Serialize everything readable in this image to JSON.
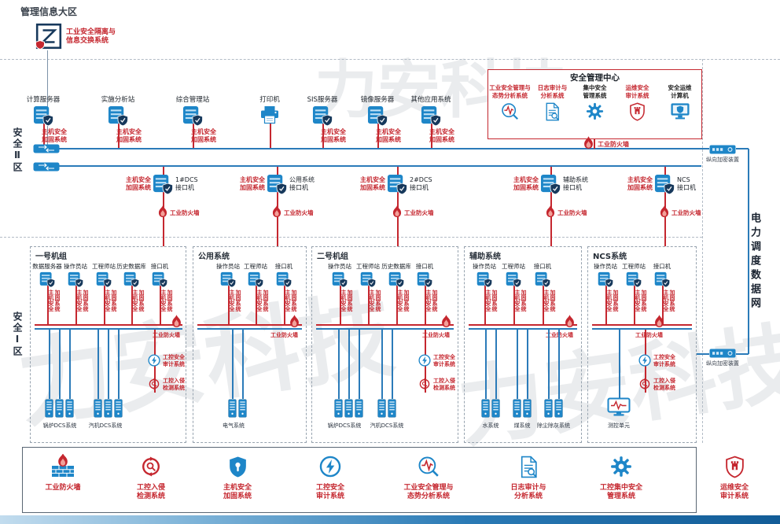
{
  "labels": {
    "mis_zone": "管理信息大区",
    "zone2": "安全Ⅱ区",
    "zone1": "安全Ⅰ区",
    "dispatch": "电力调度数据网",
    "isolation": "工业安全隔离与信息交换系统",
    "crypto": "纵向加密装置",
    "firewall": "工业防火墙",
    "harden": "主机安全加固系统",
    "audit": "工控安全审计系统",
    "intrusion": "工控入侵检测系统",
    "watermark": "力安科技"
  },
  "colors": {
    "accent_red": "#c5272f",
    "device_blue": "#1e86c8",
    "line_blue": "#2b7bb9",
    "navy": "#17395c"
  },
  "zone2": {
    "devices": [
      {
        "name": "计算服务器"
      },
      {
        "name": "实施分析站"
      },
      {
        "name": "综合管理站"
      },
      {
        "name": "打印机"
      },
      {
        "name": "SIS服务器"
      },
      {
        "name": "镜像服务器"
      },
      {
        "name": "其他应用系统"
      }
    ],
    "interfaces": [
      {
        "name": "1#DCS接口机"
      },
      {
        "name": "公用系统接口机"
      },
      {
        "name": "2#DCS接口机"
      },
      {
        "name": "辅助系统接口机"
      },
      {
        "name": "NCS接口机"
      }
    ]
  },
  "security_center": {
    "title": "安全管理中心",
    "items": [
      {
        "name": "工业安全管理与态势分析系统"
      },
      {
        "name": "日志审计与分析系统"
      },
      {
        "name": "集中安全管理系统"
      },
      {
        "name": "运维安全审计系统"
      },
      {
        "name": "安全运维计算机"
      }
    ]
  },
  "zone1": {
    "groups": [
      {
        "title": "一号机组",
        "stations": [
          "数据服务器",
          "操作员站",
          "工程师站",
          "历史数据库",
          "接口机"
        ],
        "systems": [
          "锅炉DCS系统",
          "汽机DCS系统"
        ]
      },
      {
        "title": "公用系统",
        "stations": [
          "操作员站",
          "工程师站",
          "接口机"
        ],
        "systems": [
          "电气系统"
        ]
      },
      {
        "title": "二号机组",
        "stations": [
          "操作员站",
          "工程师站",
          "历史数据库",
          "接口机"
        ],
        "systems": [
          "锅炉DCS系统",
          "汽机DCS系统"
        ]
      },
      {
        "title": "辅助系统",
        "stations": [
          "操作员站",
          "工程师站",
          "接口机"
        ],
        "systems": [
          "水系统",
          "煤系统",
          "除尘除灰系统"
        ]
      },
      {
        "title": "NCS系统",
        "stations": [
          "操作员站",
          "工程师站",
          "接口机"
        ],
        "systems": [
          "测控单元"
        ]
      }
    ]
  },
  "legend": {
    "items": [
      {
        "label": "工业防火墙"
      },
      {
        "label": "工控入侵检测系统"
      },
      {
        "label": "主机安全加固系统"
      },
      {
        "label": "工控安全审计系统"
      },
      {
        "label": "工业安全管理与态势分析系统"
      },
      {
        "label": "日志审计与分析系统"
      },
      {
        "label": "工控集中安全管理系统"
      },
      {
        "label": "运维安全审计系统"
      }
    ]
  }
}
